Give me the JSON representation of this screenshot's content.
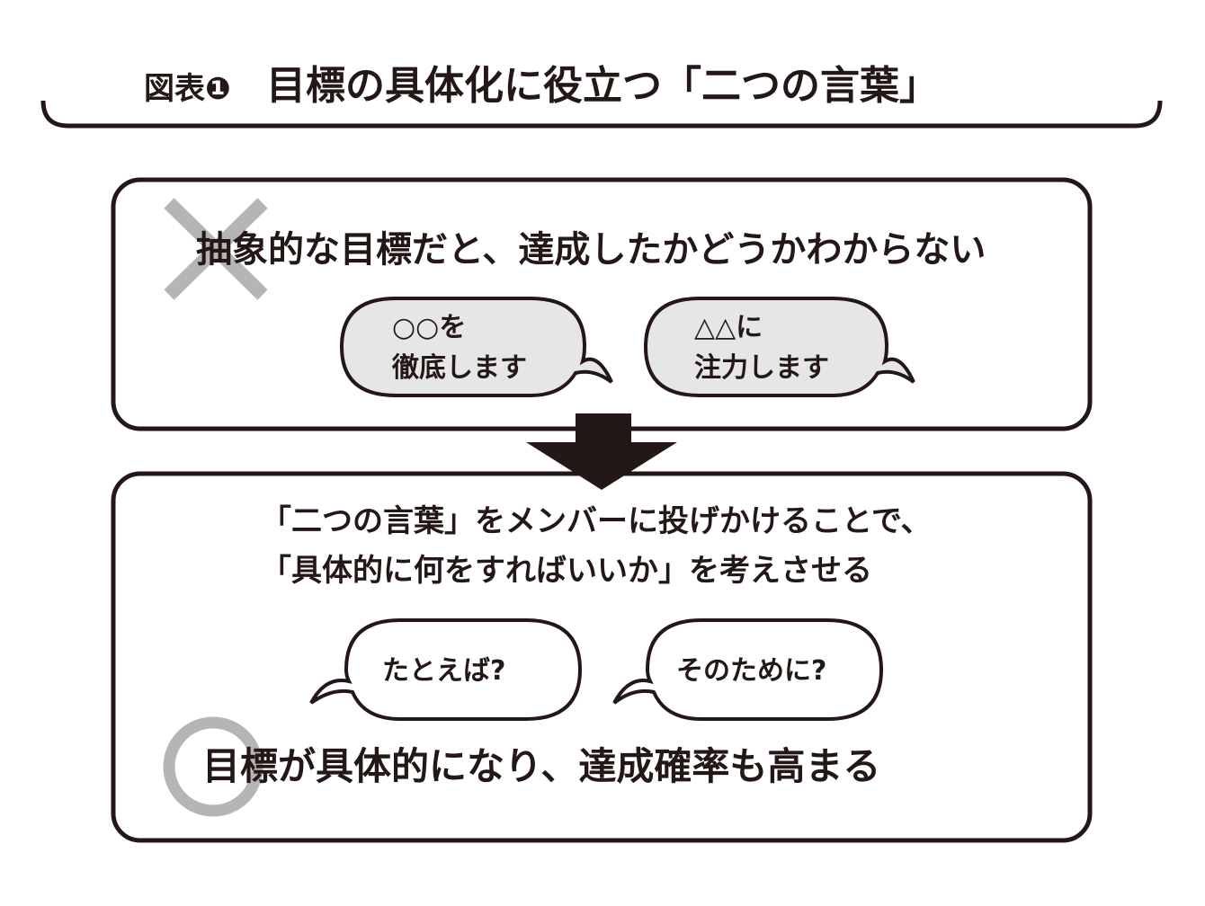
{
  "header": {
    "figure_label": "図表❶",
    "title": "目標の具体化に役立つ「二つの言葉」"
  },
  "bad_panel": {
    "icon": "cross-icon",
    "statement": "抽象的な目標だと、達成したかどうかわからない",
    "bubbles": [
      {
        "line1": "○○を",
        "line2": "徹底します"
      },
      {
        "line1": "△△に",
        "line2": "注力します"
      }
    ]
  },
  "good_panel": {
    "icon": "circle-icon",
    "instruction_line1": "「二つの言葉」をメンバーに投げかけることで、",
    "instruction_line2": "「具体的に何をすればいいか」を考えさせる",
    "bubbles": [
      {
        "text": "たとえば?"
      },
      {
        "text": "そのために?"
      }
    ],
    "result": "目標が具体的になり、達成確率も高まる"
  },
  "colors": {
    "ink": "#231815",
    "mark_gray": "#b5b5b5",
    "bubble_fill": "#e6e6e6"
  }
}
